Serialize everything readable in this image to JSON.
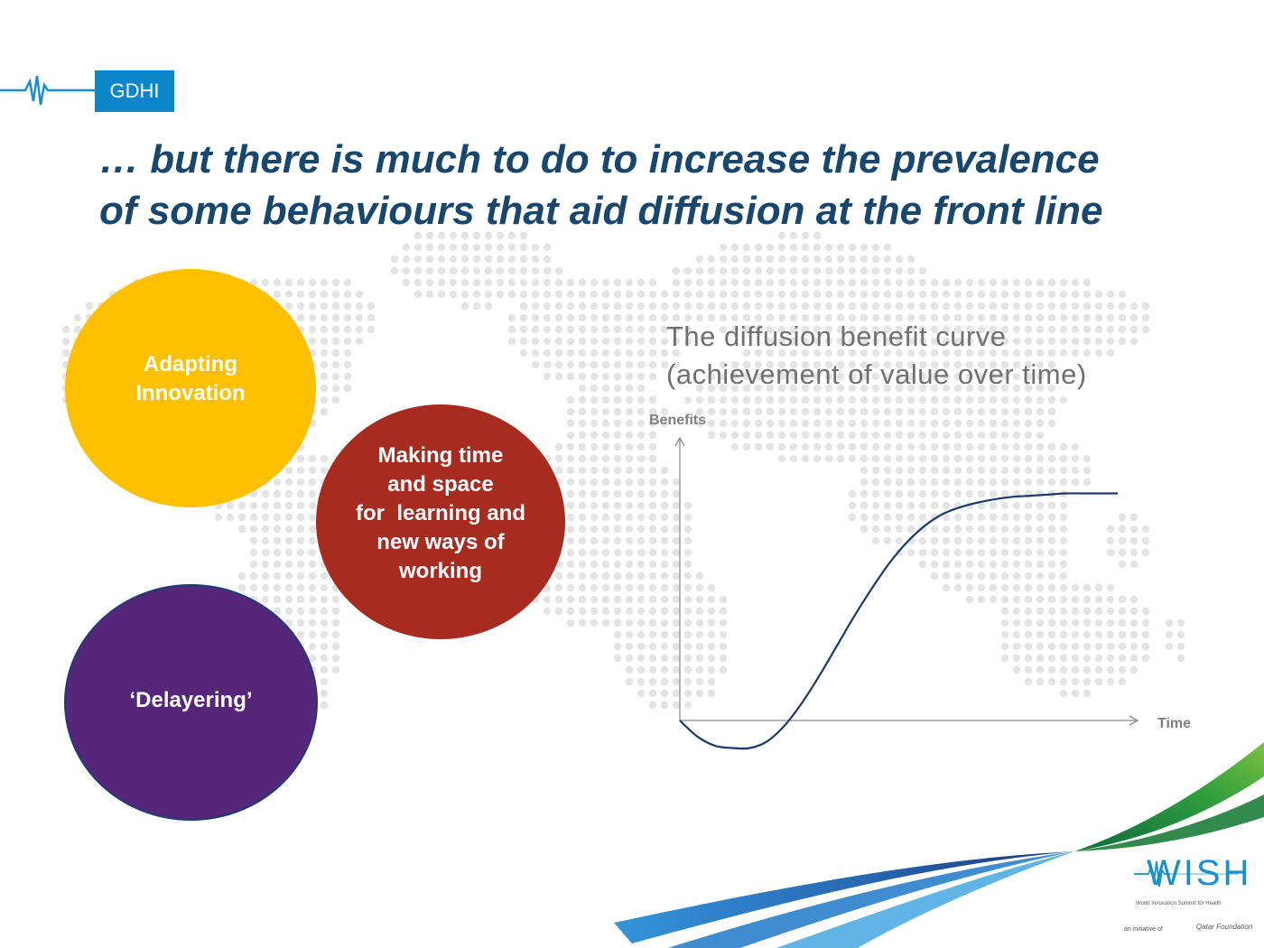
{
  "header": {
    "tag": "GDHI"
  },
  "title": {
    "line1": "… but there is much to do to increase the prevalence",
    "line2": "of some behaviours that aid diffusion at the front line"
  },
  "circles": [
    {
      "lines": [
        "Adapting",
        "Innovation"
      ],
      "color": "#ffc000"
    },
    {
      "lines": [
        "Making time",
        "and space",
        "for  learning and",
        "new ways of",
        "working"
      ],
      "color": "#a82b1f"
    },
    {
      "lines": [
        "‘Delayering’"
      ],
      "color": "#55267a"
    }
  ],
  "chart_title": {
    "line1": "The diffusion benefit curve",
    "line2": "(achievement of value over time)"
  },
  "chart_data": {
    "type": "line",
    "ylabel": "Benefits",
    "xlabel": "Time",
    "xlim": [
      0,
      10
    ],
    "ylim": [
      -0.2,
      1.0
    ],
    "series": [
      {
        "x": [
          0,
          0.4,
          0.8,
          1.2,
          1.6,
          2.0,
          2.4,
          2.8,
          3.2,
          3.6,
          4.0,
          4.4,
          4.8,
          5.2,
          5.6,
          6.0,
          6.4,
          6.8,
          7.2,
          7.6,
          8.0,
          8.4,
          8.8,
          9.2,
          9.6,
          10.0
        ],
        "values": [
          0,
          -0.07,
          -0.11,
          -0.12,
          -0.12,
          -0.09,
          -0.02,
          0.08,
          0.2,
          0.33,
          0.46,
          0.58,
          0.69,
          0.78,
          0.85,
          0.9,
          0.93,
          0.95,
          0.965,
          0.975,
          0.98,
          0.985,
          0.99,
          0.99,
          0.99,
          0.99
        ]
      }
    ],
    "colors": {
      "curve": "#1b3a6b",
      "axis": "#8c8c8c",
      "label": "#7f7f7f"
    }
  },
  "logo": {
    "name": "WISH",
    "subtitle": "World Innovation Summit for Health",
    "initiative": "an initiative of",
    "foundation": "Qatar Foundation"
  },
  "colors": {
    "title": "#17466f",
    "tag_bg": "#0a86c9",
    "header_line": "#1a8fd0"
  }
}
